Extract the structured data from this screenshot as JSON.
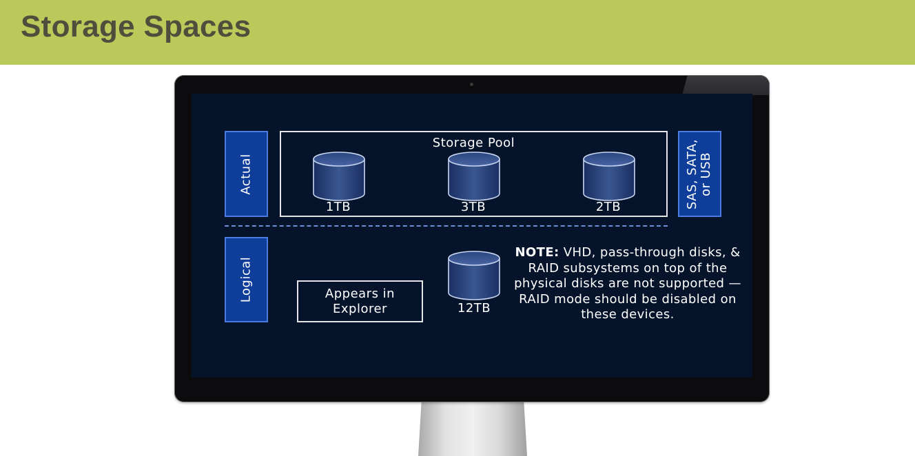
{
  "slide": {
    "title": "Storage Spaces"
  },
  "diagram": {
    "actual_label": "Actual",
    "logical_label": "Logical",
    "pool_label": "Storage Pool",
    "interface_lines": [
      "SAS, SATA,",
      "or USB"
    ],
    "disks": [
      {
        "label": "1TB"
      },
      {
        "label": "3TB"
      },
      {
        "label": "2TB"
      }
    ],
    "logical_disk": {
      "label": "12TB"
    },
    "explorer_lines": [
      "Appears in",
      "Explorer"
    ],
    "note": {
      "prefix": "NOTE:",
      "text": " VHD, pass-through disks, & RAID subsystems on top of the physical disks are not supported — RAID mode should be disabled on these devices."
    }
  },
  "colors": {
    "header_bg": "#b9c95a",
    "title_text": "#4e4e3c",
    "screen_bg": "#06142b",
    "label_box_fill": "#0f3d9a",
    "label_box_border": "#4a7be0"
  }
}
